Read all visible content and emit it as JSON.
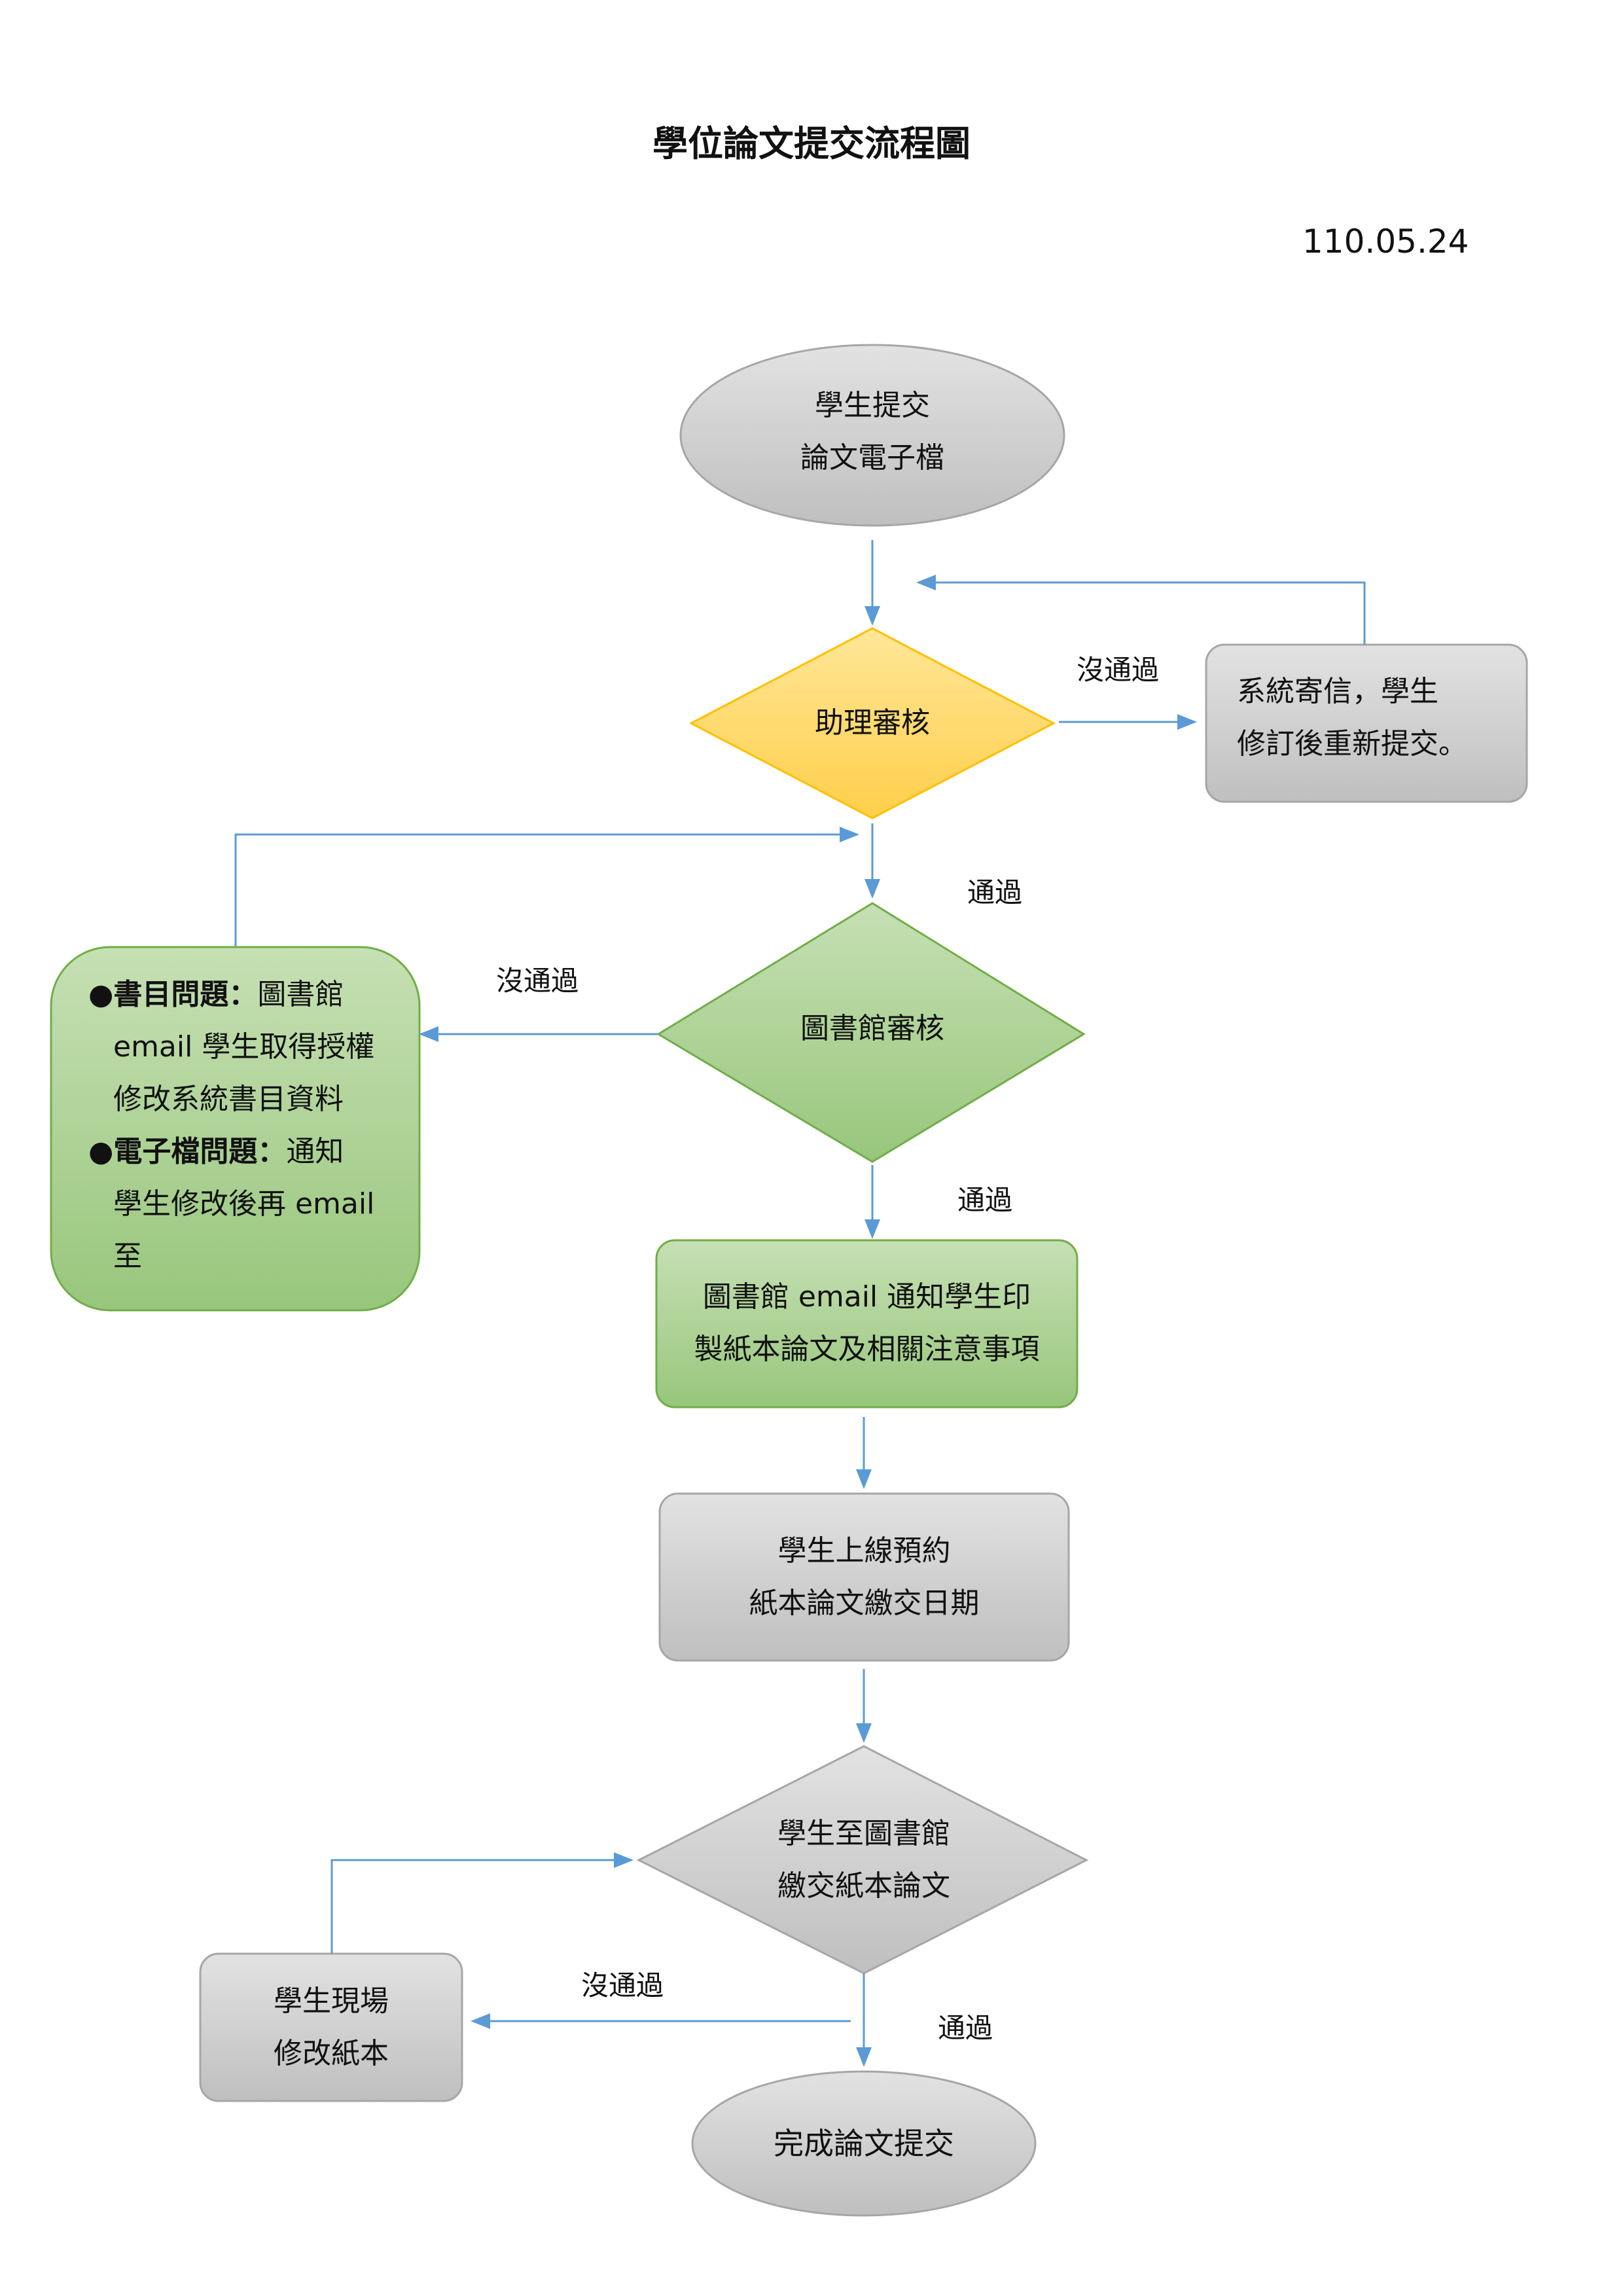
{
  "title": "學位論文提交流程圖",
  "date": "110.05.24",
  "colors": {
    "gray": "#cfcfcf",
    "yellow": "#ffc000",
    "green": "#a9d18e",
    "arrow": "#5b9bd5"
  },
  "nodes": {
    "start": {
      "line1": "學生提交",
      "line2": "論文電子檔"
    },
    "assistant_review": {
      "label": "助理審核"
    },
    "resubmit": {
      "line1": "系統寄信，學生",
      "line2": "修訂後重新提交。"
    },
    "library_review": {
      "label": "圖書館審核"
    },
    "library_fail_box": {
      "bullet1_bold": "書目問題：",
      "bullet1_text1": "圖書館",
      "bullet1_text2": "email 學生取得授權",
      "bullet1_text3": "修改系統書目資料",
      "bullet2_bold": "電子檔問題：",
      "bullet2_text1": "通知",
      "bullet2_text2": "學生修改後再 email",
      "bullet2_text3": "至"
    },
    "notify_print": {
      "line1": "圖書館 email 通知學生印",
      "line2": "製紙本論文及相關注意事項"
    },
    "book_date": {
      "line1": "學生上線預約",
      "line2": "紙本論文繳交日期"
    },
    "deliver": {
      "line1": "學生至圖書館",
      "line2": "繳交紙本論文"
    },
    "onsite_fix": {
      "line1": "學生現場",
      "line2": "修改紙本"
    },
    "end": {
      "label": "完成論文提交"
    }
  },
  "edges": {
    "assistant_fail": "沒通過",
    "assistant_pass": "通過",
    "library_fail": "沒通過",
    "library_pass": "通過",
    "deliver_fail": "沒通過",
    "deliver_pass": "通過"
  }
}
